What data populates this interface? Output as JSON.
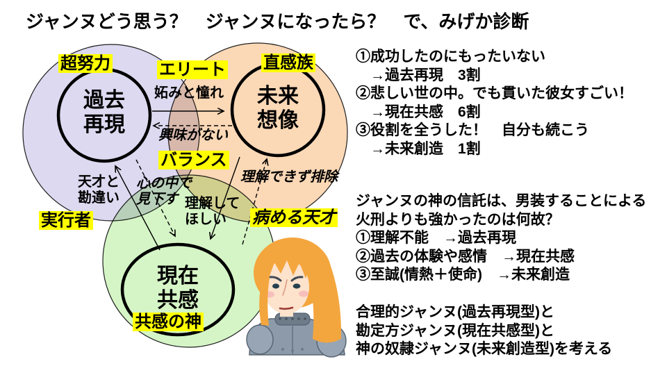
{
  "slide": {
    "title": "ジャンヌどう思う？　ジャンヌになったら？　で、みげか診断"
  },
  "venn": {
    "highlight_color": "#ffff00",
    "circle_past": {
      "label": "過去\n再現",
      "tag": "超努力",
      "fill": "#dcd9f0"
    },
    "circle_future": {
      "label": "未来\n想像",
      "tag": "直感族",
      "fill": "#fbd8b6"
    },
    "circle_present": {
      "label": "現在\n共感",
      "tag": "実行者",
      "fill": "#d5f5c6"
    },
    "tag_elite": "エリート",
    "tag_balance": "バランス",
    "tag_sick_genius": "病める天才",
    "tag_empathy_god": "共感の神",
    "arrows": {
      "envy": "妬みと憧れ",
      "no_interest": "興味がない",
      "mistake_genius": "天才と\n勘違い",
      "look_down": "心の中で\n見下す",
      "want_understanding": "理解して\nほしい",
      "exclude": "理解できず排除"
    }
  },
  "right_panel": {
    "poll": {
      "lines": [
        "①成功したのにもったいない",
        "　→過去再現　3割",
        "②悲しい世の中。でも貫いた彼女すごい！",
        "　→現在共感　6割",
        "③役割を全うした！　自分も続こう",
        "　→未来創造　1割"
      ]
    },
    "oracle": {
      "lines": [
        "ジャンヌの神の信託は、男装することによる",
        "火刑よりも強かったのは何故？",
        "①理解不能　→過去再現",
        "②過去の体験や感情　→現在共感",
        "③至誠(情熱＋使命)　→未来創造"
      ]
    },
    "types": {
      "lines": [
        "合理的ジャンヌ(過去再現型)と",
        "勘定方ジャンヌ(現在共感型)と",
        "神の奴隷ジャンヌ(未来創造型)を考える"
      ]
    }
  },
  "illustration": {
    "subject": "jeanne-darc-portrait",
    "hair_color": "#f4a63e",
    "skin_color": "#fde2cc",
    "armor_color": "#8c9aa9"
  }
}
